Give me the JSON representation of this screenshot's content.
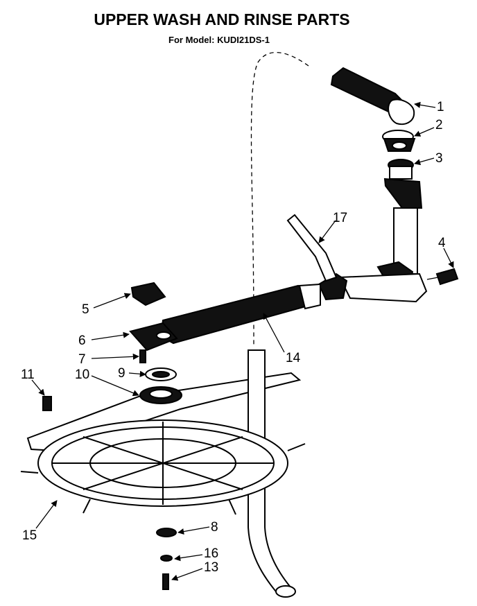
{
  "header": {
    "title": "UPPER WASH AND RINSE PARTS",
    "subtitle": "For Model: KUDI21DS-1"
  },
  "callouts": [
    "1",
    "2",
    "3",
    "4",
    "5",
    "6",
    "7",
    "8",
    "9",
    "10",
    "11",
    "13",
    "14",
    "15",
    "16",
    "17"
  ],
  "colors": {
    "ink": "#000000",
    "background": "#ffffff"
  }
}
